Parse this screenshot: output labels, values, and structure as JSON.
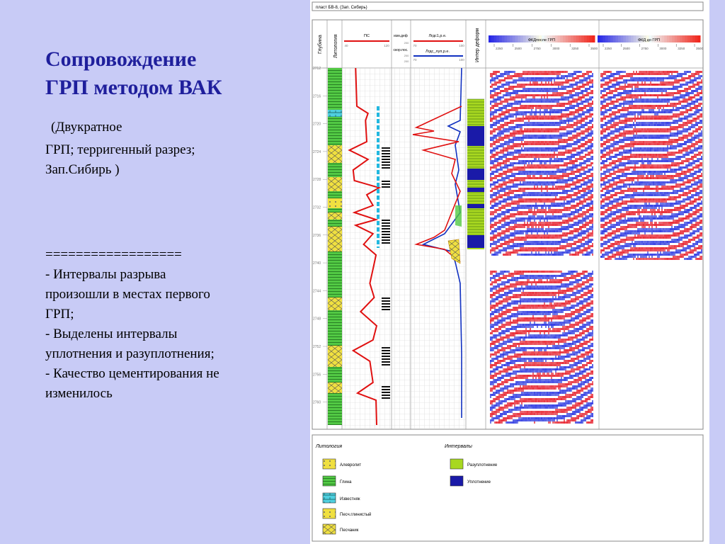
{
  "slide": {
    "title_line1": "Сопровождение",
    "title_line2": "ГРП методом ВАК",
    "subtitle_line1": "(Двукратное",
    "subtitle_line2": "ГРП; терригенный  разрез;",
    "subtitle_line3": "Зап.Сибирь )",
    "separator": "==================",
    "bullet1_line1": "- Интервалы разрыва",
    "bullet1_line2": "произошли в местах первого",
    "bullet1_line3": "ГРП;",
    "bullet2_line1": "- Выделены интервалы",
    "bullet2_line2": "уплотнения и разуплотнения;",
    "bullet3_line1": "- Качество цементирования не",
    "bullet3_line2": "изменилось"
  },
  "log": {
    "header_title": "пласт БВ-8, (Зап. Сибирь)",
    "col_depth": "Глубина",
    "col_lith": "Литология",
    "col_ps": "ПС",
    "col_izm": "изм.деф",
    "col_skorost": "скор.пос.",
    "col_pgds1": "Лгдс1,р.е.",
    "col_pgds2": "Лгдс_луп,р.е.",
    "col_deform": "Интер деформ",
    "col_fkd_after": "ФКДпосле ГРП",
    "col_fkd_before": "ФКД до ГРП",
    "scale_ps_min": "40",
    "scale_ps_max": "120",
    "scale_pgds_min": "70",
    "scale_pgds_max": "100",
    "scale_izm_1": "200",
    "scale_izm_2": "200",
    "scale_izm_3": "200",
    "fkd_ticks_after": [
      "2250",
      "2500",
      "2750",
      "3000",
      "3250",
      "3500"
    ],
    "fkd_ticks_before": [
      "2250",
      "2500",
      "2750",
      "3000",
      "3250",
      "3500"
    ],
    "depths": [
      "2712",
      "2716",
      "2720",
      "2724",
      "2728",
      "2732",
      "2736",
      "2740",
      "2744",
      "2748",
      "2752",
      "2756",
      "2760"
    ]
  },
  "legend": {
    "lith_title": "Литология",
    "int_title": "Интервалы",
    "lith_items": [
      "Алевролит",
      "Глина",
      "Известняк",
      "Песч.глинистый",
      "Песчаник"
    ],
    "int_items": [
      "Разуплотнение",
      "Уплотнение"
    ]
  },
  "colors": {
    "background": "#c8cbf6",
    "title": "#1f1f9c",
    "ps_curve": "#e01010",
    "blue_curve": "#1030c0",
    "lith_green": "#52c944",
    "lith_yellow": "#f0e040",
    "cyan": "#22b8e0",
    "dark_blue": "#1a1aa8"
  }
}
